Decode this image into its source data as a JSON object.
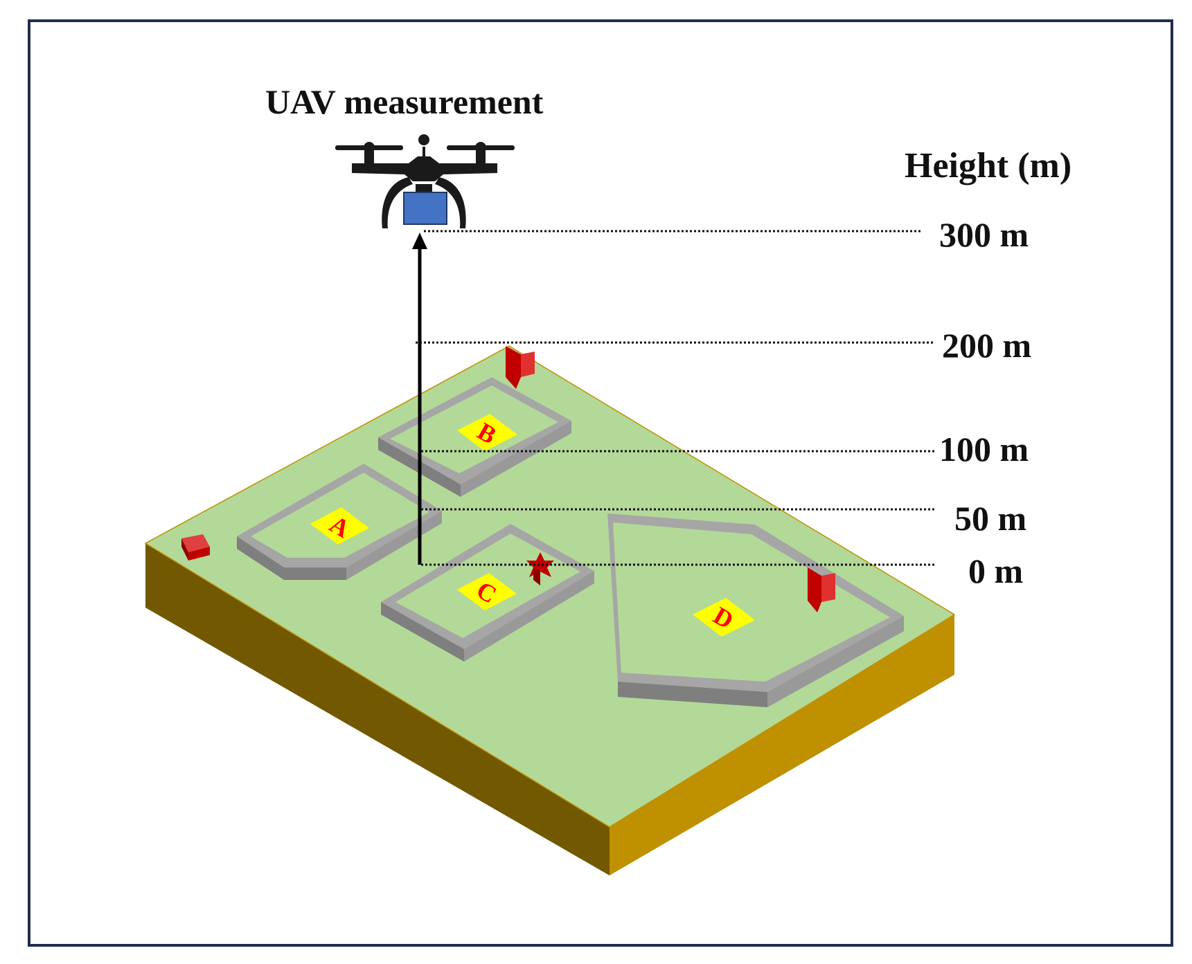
{
  "diagram": {
    "title": "UAV measurement",
    "axis_title": "Height (m)",
    "heights": [
      "300 m",
      "200 m",
      "100 m",
      "50 m",
      "0 m"
    ],
    "plots": [
      "A",
      "B",
      "C",
      "D"
    ]
  },
  "colors": {
    "frame": "#1f2d4d",
    "ground_top": "#b3d998",
    "ground_left_side": "#725800",
    "ground_right_side": "#bf9000",
    "wall": "#a6a6a6",
    "wall_dark": "#7f7f7f",
    "plot_tag": "#ffff00",
    "plot_letter": "#ff0000",
    "marker": "#c00000",
    "sensor": "#4472c4",
    "drone": "#1a1a1a"
  }
}
